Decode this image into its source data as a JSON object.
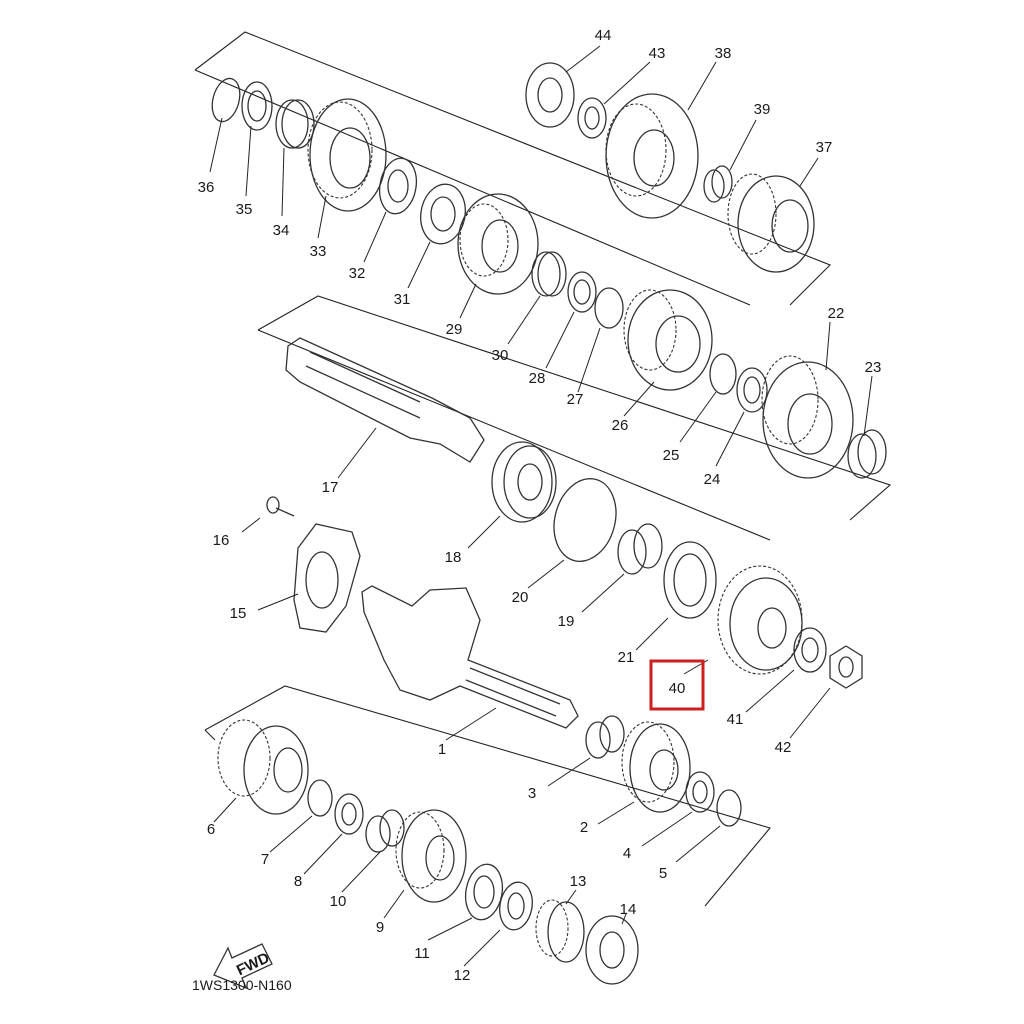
{
  "diagram": {
    "drawing_code": "1WS1300-N160",
    "fwd_label": "FWD",
    "highlighted_part": "40",
    "highlight_color": "#cc1f1f",
    "parts": [
      {
        "id": "p1",
        "label": "1"
      },
      {
        "id": "p2",
        "label": "2"
      },
      {
        "id": "p3",
        "label": "3"
      },
      {
        "id": "p4",
        "label": "4"
      },
      {
        "id": "p5",
        "label": "5"
      },
      {
        "id": "p6",
        "label": "6"
      },
      {
        "id": "p7",
        "label": "7"
      },
      {
        "id": "p8",
        "label": "8"
      },
      {
        "id": "p9",
        "label": "9"
      },
      {
        "id": "p10",
        "label": "10"
      },
      {
        "id": "p11",
        "label": "11"
      },
      {
        "id": "p12",
        "label": "12"
      },
      {
        "id": "p13",
        "label": "13"
      },
      {
        "id": "p14",
        "label": "14"
      },
      {
        "id": "p15",
        "label": "15"
      },
      {
        "id": "p16",
        "label": "16"
      },
      {
        "id": "p17",
        "label": "17"
      },
      {
        "id": "p18",
        "label": "18"
      },
      {
        "id": "p19",
        "label": "19"
      },
      {
        "id": "p20",
        "label": "20"
      },
      {
        "id": "p21",
        "label": "21"
      },
      {
        "id": "p22",
        "label": "22"
      },
      {
        "id": "p23",
        "label": "23"
      },
      {
        "id": "p24",
        "label": "24"
      },
      {
        "id": "p25",
        "label": "25"
      },
      {
        "id": "p26",
        "label": "26"
      },
      {
        "id": "p27",
        "label": "27"
      },
      {
        "id": "p28",
        "label": "28"
      },
      {
        "id": "p29",
        "label": "29"
      },
      {
        "id": "p30",
        "label": "30"
      },
      {
        "id": "p31",
        "label": "31"
      },
      {
        "id": "p32",
        "label": "32"
      },
      {
        "id": "p33",
        "label": "33"
      },
      {
        "id": "p34",
        "label": "34"
      },
      {
        "id": "p35",
        "label": "35"
      },
      {
        "id": "p36",
        "label": "36"
      },
      {
        "id": "p37",
        "label": "37"
      },
      {
        "id": "p38",
        "label": "38"
      },
      {
        "id": "p39",
        "label": "39"
      },
      {
        "id": "p40",
        "label": "40"
      },
      {
        "id": "p41",
        "label": "41"
      },
      {
        "id": "p42",
        "label": "42"
      },
      {
        "id": "p43",
        "label": "43"
      },
      {
        "id": "p44",
        "label": "44"
      }
    ]
  }
}
